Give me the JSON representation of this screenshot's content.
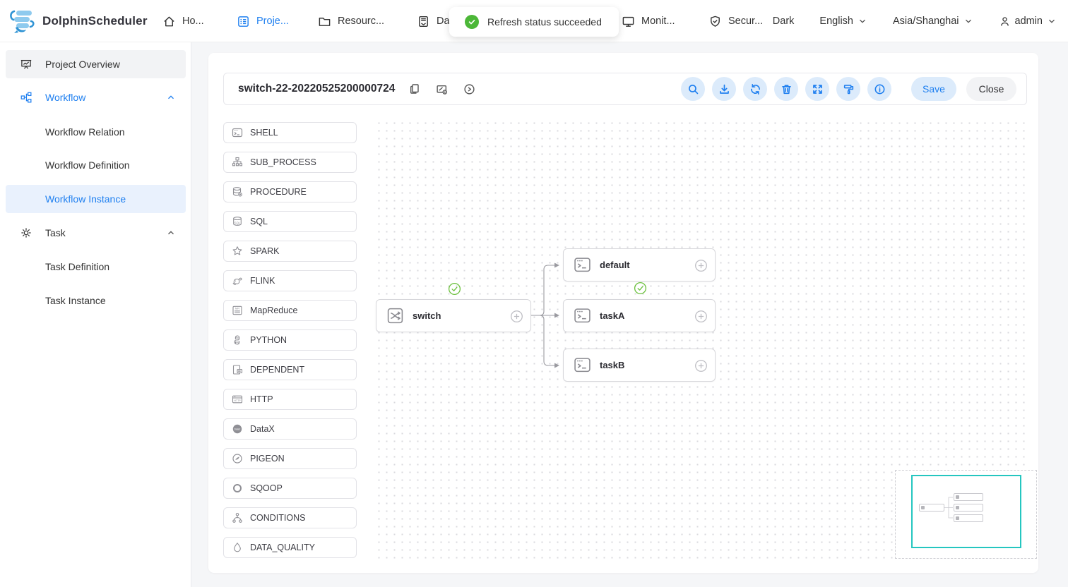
{
  "nav": {
    "brand": "DolphinScheduler",
    "items": [
      {
        "label": "Ho...",
        "icon": "home-icon",
        "active": false
      },
      {
        "label": "Proje...",
        "icon": "projects-icon",
        "active": true
      },
      {
        "label": "Resourc...",
        "icon": "resources-icon",
        "active": false
      },
      {
        "label": "Dat...",
        "icon": "datasource-icon",
        "active": false
      },
      {
        "label": "Monit...",
        "icon": "monitor-icon",
        "active": false
      },
      {
        "label": "Secur...",
        "icon": "security-icon",
        "active": false
      }
    ],
    "theme_label": "Dark",
    "language": "English",
    "timezone": "Asia/Shanghai",
    "user": "admin"
  },
  "toast": {
    "message": "Refresh status succeeded",
    "icon": "success-check-icon",
    "color": "#4cb738"
  },
  "sidebar": {
    "items": [
      {
        "label": "Project Overview",
        "icon": "project-overview-icon"
      },
      {
        "label": "Workflow",
        "icon": "workflow-icon",
        "expanded": true
      },
      {
        "label": "Workflow Relation"
      },
      {
        "label": "Workflow Definition"
      },
      {
        "label": "Workflow Instance",
        "selected": true
      },
      {
        "label": "Task",
        "icon": "gear-icon",
        "expanded": true
      },
      {
        "label": "Task Definition"
      },
      {
        "label": "Task Instance"
      }
    ]
  },
  "toolbar": {
    "title": "switch-22-20220525200000724",
    "title_icons": [
      "copy-icon",
      "edit-icon",
      "play-circle-icon"
    ],
    "actions": [
      "search",
      "download",
      "refresh",
      "delete",
      "fullscreen",
      "format",
      "info"
    ],
    "save_label": "Save",
    "close_label": "Close"
  },
  "task_types": [
    {
      "label": "SHELL",
      "icon": "shell-icon"
    },
    {
      "label": "SUB_PROCESS",
      "icon": "sub-process-icon"
    },
    {
      "label": "PROCEDURE",
      "icon": "procedure-icon"
    },
    {
      "label": "SQL",
      "icon": "sql-icon"
    },
    {
      "label": "SPARK",
      "icon": "spark-icon"
    },
    {
      "label": "FLINK",
      "icon": "flink-icon"
    },
    {
      "label": "MapReduce",
      "icon": "mapreduce-icon"
    },
    {
      "label": "PYTHON",
      "icon": "python-icon"
    },
    {
      "label": "DEPENDENT",
      "icon": "dependent-icon"
    },
    {
      "label": "HTTP",
      "icon": "http-icon"
    },
    {
      "label": "DataX",
      "icon": "datax-icon"
    },
    {
      "label": "PIGEON",
      "icon": "pigeon-icon"
    },
    {
      "label": "SQOOP",
      "icon": "sqoop-icon"
    },
    {
      "label": "CONDITIONS",
      "icon": "conditions-icon"
    },
    {
      "label": "DATA_QUALITY",
      "icon": "data-quality-icon"
    }
  ],
  "dag": {
    "nodes": [
      {
        "label": "switch",
        "type": "switch",
        "status": "success"
      },
      {
        "label": "default",
        "type": "shell"
      },
      {
        "label": "taskA",
        "type": "shell",
        "status": "success"
      },
      {
        "label": "taskB",
        "type": "shell"
      }
    ],
    "edges": [
      {
        "from": "switch",
        "to": "default"
      },
      {
        "from": "switch",
        "to": "taskA"
      },
      {
        "from": "switch",
        "to": "taskB"
      }
    ]
  },
  "colors": {
    "primary": "#2080f0",
    "success_green": "#5ec13c",
    "minimap_viewport": "#25c6c0"
  }
}
